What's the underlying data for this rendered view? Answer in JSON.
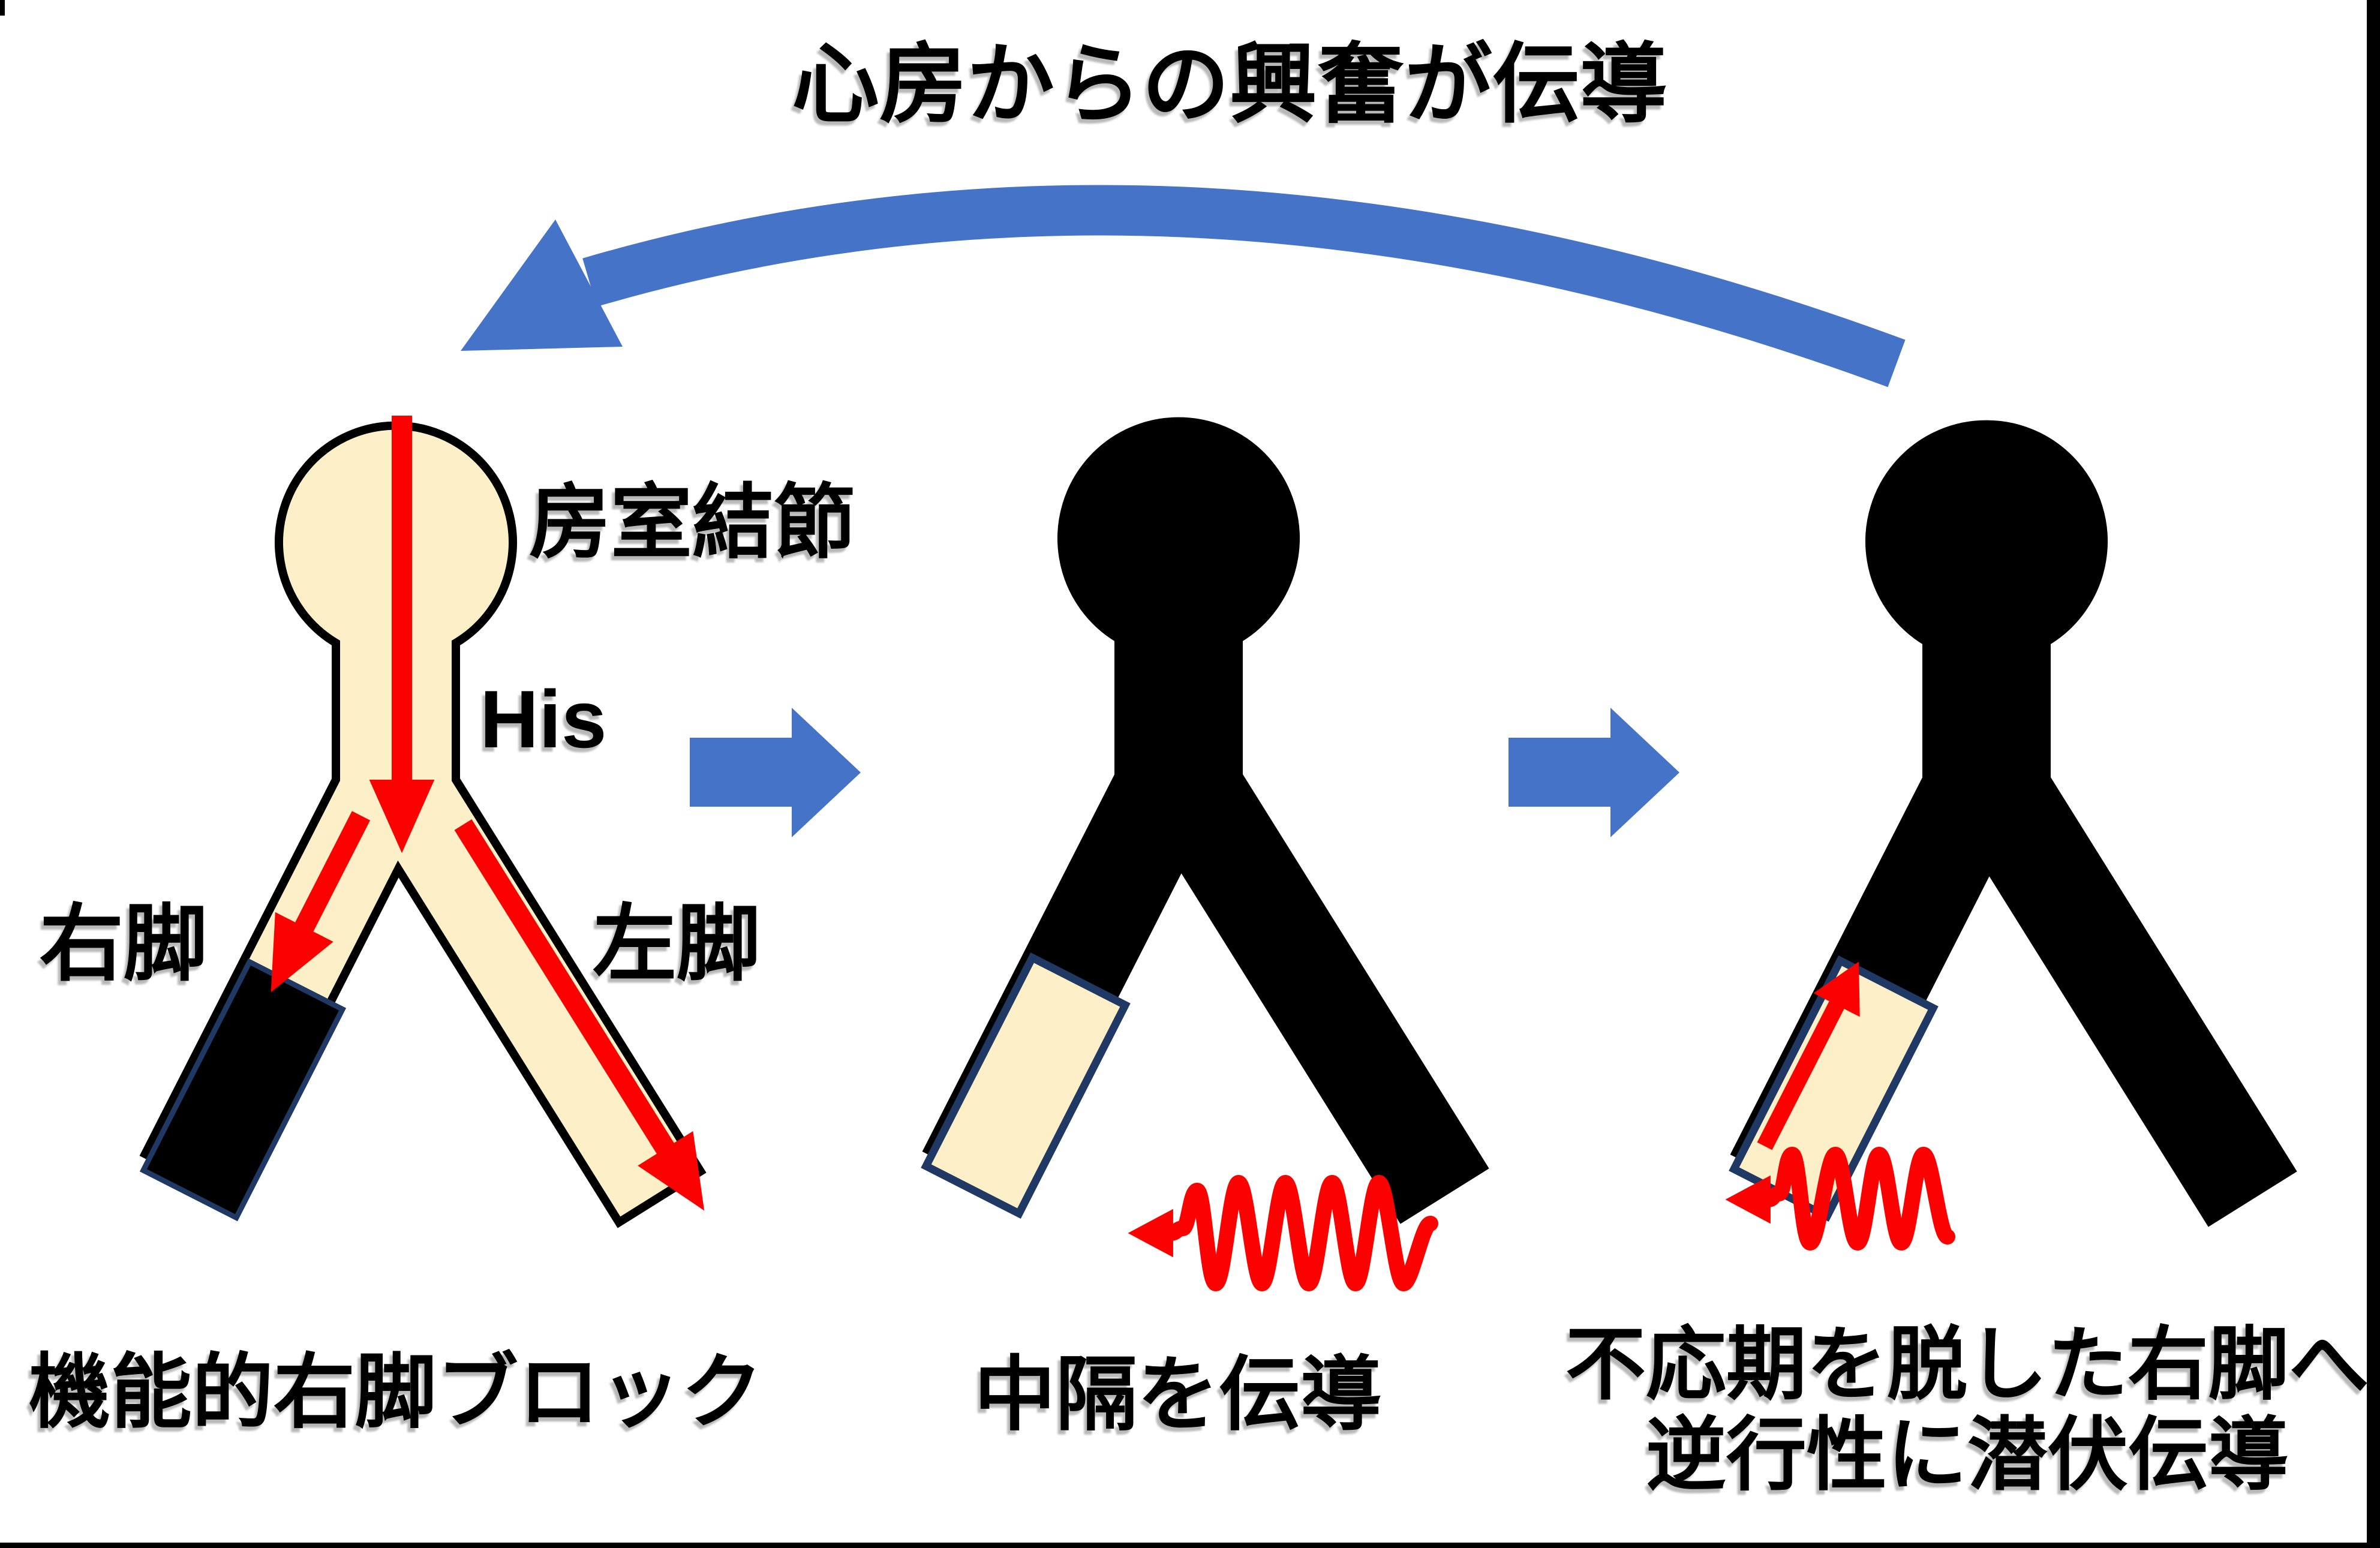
{
  "title": "心房からの興奮が伝導",
  "figure_left": {
    "label_av_node": "房室結節",
    "label_his": "His",
    "label_right_bundle": "右脚",
    "label_left_bundle": "左脚",
    "caption": "機能的右脚ブロック"
  },
  "figure_middle": {
    "caption": "中隔を伝導"
  },
  "figure_right": {
    "caption_line1": "不応期を脱した右脚へ",
    "caption_line2": "逆行性に潜伏伝導"
  },
  "icons": {
    "curved_arrow": "atrial-conduction-curved-arrow",
    "block_arrows": "step-transition-arrow",
    "zigzag_arrows": "septal-conduction-zigzag-arrow",
    "straight_red_arrows": "conduction-direction-arrow"
  },
  "colors": {
    "arrow_blue": "#4573C7",
    "conduction_red": "#FB0200",
    "tissue_cream": "#FDF0C9",
    "figure_black": "#000000",
    "tip_border_navy": "#1F3864"
  }
}
